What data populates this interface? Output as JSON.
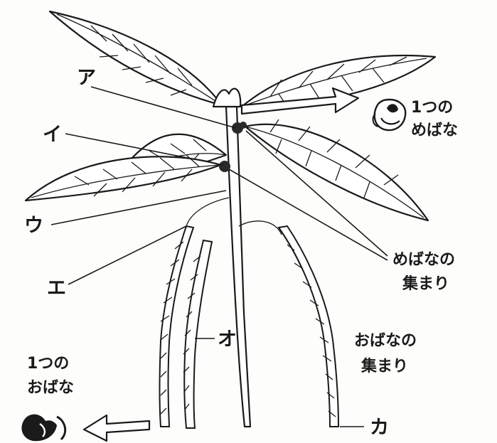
{
  "labels": {
    "a": "ア",
    "i": "イ",
    "u": "ウ",
    "e": "エ",
    "o": "オ",
    "ka": "カ"
  },
  "annotations": {
    "female_flower_line1": "1つの",
    "female_flower_line2": "めばな",
    "female_cluster_line1": "めばなの",
    "female_cluster_line2": "集まり",
    "male_cluster_line1": "おばなの",
    "male_cluster_line2": "集まり",
    "male_flower_line1": "1つの",
    "male_flower_line2": "おばな"
  },
  "icons": [
    "arrow-right-icon",
    "female-flower-icon",
    "arrow-left-icon",
    "male-flower-icon"
  ]
}
